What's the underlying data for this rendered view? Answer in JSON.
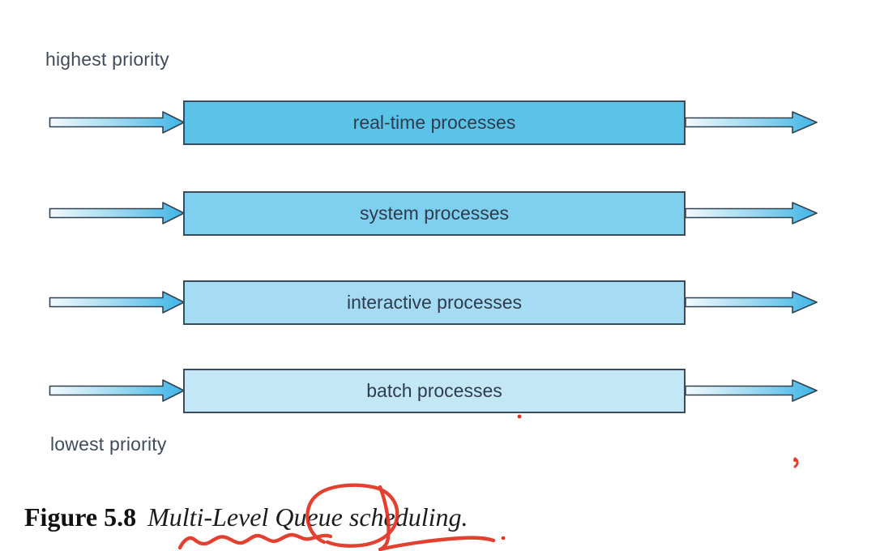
{
  "figure": {
    "top_label": "highest priority",
    "bottom_label": "lowest priority",
    "queues": [
      {
        "label": "real-time processes",
        "fill": "#5cc3e8"
      },
      {
        "label": "system processes",
        "fill": "#7fcfee"
      },
      {
        "label": "interactive processes",
        "fill": "#a6dcf3"
      },
      {
        "label": "batch processes",
        "fill": "#c4e7f8"
      }
    ]
  },
  "caption": {
    "number": "Figure 5.8",
    "title": "Multi-Level Queue scheduling."
  },
  "colors": {
    "box_border": "#3c4b59",
    "label_text": "#2e3c4f",
    "priority_text": "#414b5c",
    "arrow_outline": "#33424f",
    "arrow_gradient_start": "#f3fafd",
    "arrow_gradient_mid": "#9ed9f1",
    "arrow_gradient_end": "#3eb5e7"
  },
  "annotation": {
    "ink_color": "#e03020",
    "marks": [
      "squiggly-underline-under-multi-level",
      "hand-drawn-circle-around-queue-with-tail",
      "curved-underline-under-scheduling",
      "small-dot-after-caption-period",
      "small-dot-below-batch-queue",
      "small-tick-right-margin"
    ]
  }
}
